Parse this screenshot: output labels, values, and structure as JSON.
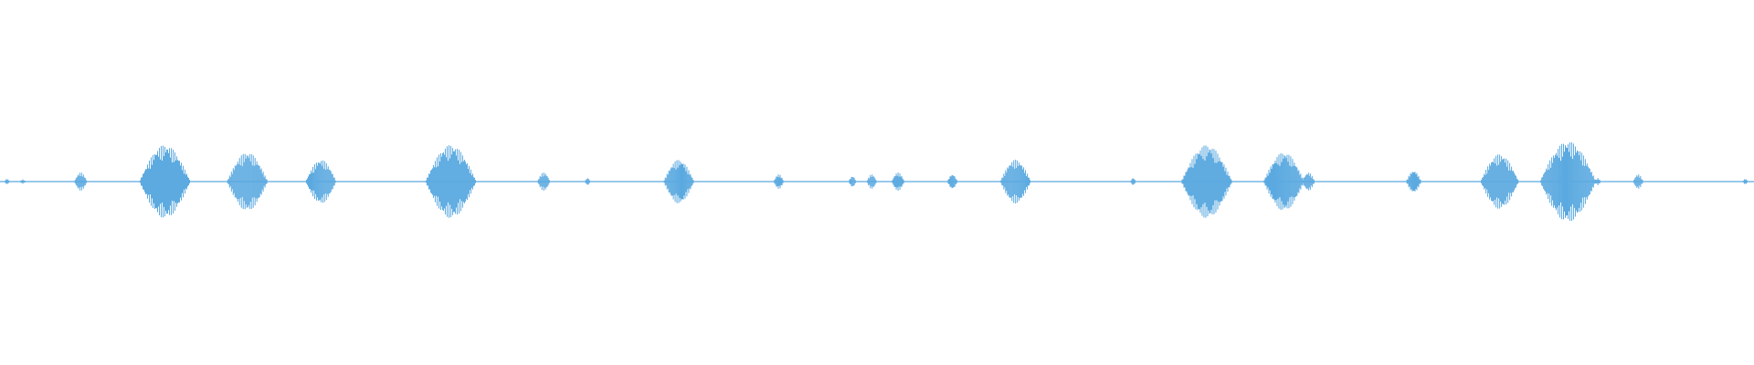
{
  "waveform": {
    "color": "#5aa9e0",
    "background": "#ffffff",
    "description_visible_text": "",
    "bursts_relative": [
      {
        "t": 0.004,
        "amp": 0.015
      },
      {
        "t": 0.013,
        "amp": 0.012
      },
      {
        "t": 0.046,
        "amp": 0.05
      },
      {
        "t": 0.094,
        "amp": 0.2
      },
      {
        "t": 0.141,
        "amp": 0.16
      },
      {
        "t": 0.183,
        "amp": 0.12
      },
      {
        "t": 0.257,
        "amp": 0.2
      },
      {
        "t": 0.31,
        "amp": 0.05
      },
      {
        "t": 0.335,
        "amp": 0.02
      },
      {
        "t": 0.387,
        "amp": 0.12
      },
      {
        "t": 0.444,
        "amp": 0.04
      },
      {
        "t": 0.486,
        "amp": 0.03
      },
      {
        "t": 0.497,
        "amp": 0.04
      },
      {
        "t": 0.512,
        "amp": 0.05
      },
      {
        "t": 0.543,
        "amp": 0.04
      },
      {
        "t": 0.579,
        "amp": 0.12
      },
      {
        "t": 0.646,
        "amp": 0.02
      },
      {
        "t": 0.688,
        "amp": 0.2
      },
      {
        "t": 0.732,
        "amp": 0.16
      },
      {
        "t": 0.746,
        "amp": 0.05
      },
      {
        "t": 0.806,
        "amp": 0.06
      },
      {
        "t": 0.855,
        "amp": 0.15
      },
      {
        "t": 0.894,
        "amp": 0.22
      },
      {
        "t": 0.911,
        "amp": 0.02
      },
      {
        "t": 0.934,
        "amp": 0.04
      },
      {
        "t": 0.995,
        "amp": 0.015
      }
    ]
  }
}
